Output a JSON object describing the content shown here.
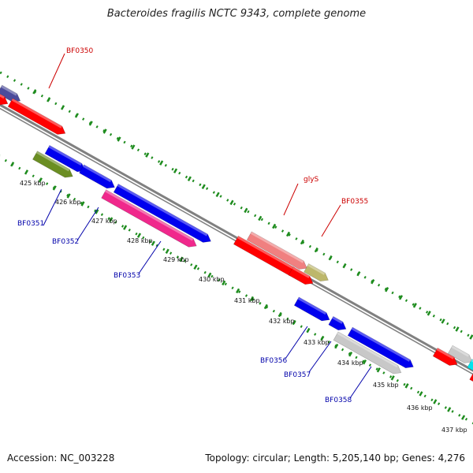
{
  "title": "Bacteroides fragilis NCTC 9343, complete genome",
  "footer": {
    "accession": "Accession: NC_003228",
    "summary": "Topology: circular; Length: 5,205,140 bp; Genes: 4,276"
  },
  "colors": {
    "background": "#ffffff",
    "backbone": "#808080",
    "tick_marks": "#1e8c1e",
    "forward_label": "#cc0000",
    "reverse_label": "#0000aa",
    "red_gene": "#ff0000",
    "blue_gene": "#0000ee",
    "pink_gene": "#f0288c",
    "olive_gene": "#6b8e23",
    "salmon_gene": "#f08080",
    "khaki_gene": "#bdb76b",
    "gray_gene": "#c8c8c8",
    "cyan_gene": "#00e5ee",
    "slate_gene": "#4b4b9b"
  },
  "ticks": [
    "425 kbp",
    "426 kbp",
    "427 kbp",
    "428 kbp",
    "429 kbp",
    "430 kbp",
    "431 kbp",
    "432 kbp",
    "433 kbp",
    "434 kbp",
    "435 kbp",
    "436 kbp",
    "437 kbp"
  ],
  "gene_labels": [
    {
      "text": "BF0350",
      "strand": "forward"
    },
    {
      "text": "glyS",
      "strand": "forward"
    },
    {
      "text": "BF0355",
      "strand": "forward"
    },
    {
      "text": "BF0351",
      "strand": "reverse"
    },
    {
      "text": "BF0352",
      "strand": "reverse"
    },
    {
      "text": "BF0353",
      "strand": "reverse"
    },
    {
      "text": "BF0356",
      "strand": "reverse"
    },
    {
      "text": "BF0357",
      "strand": "reverse"
    },
    {
      "text": "BF0358",
      "strand": "reverse"
    }
  ]
}
